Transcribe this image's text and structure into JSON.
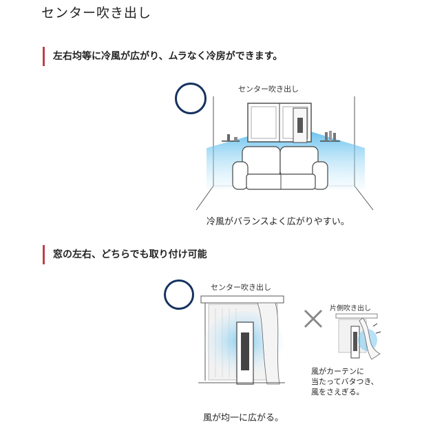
{
  "page_title": "センター吹き出し",
  "section1": {
    "heading": "左右均等に冷風が広がり、ムラなく冷房ができます。",
    "label": "センター吹き出し",
    "caption": "冷風がバランスよく広がりやすい。"
  },
  "section2": {
    "heading": "窓の左右、どちらでも取り付け可能",
    "label": "センター吹き出し",
    "caption": "風が均一に広がる。",
    "side_label": "片側吹き出し",
    "side_note": [
      "風がカーテンに",
      "当たってバタつき、",
      "風をさえぎる。"
    ]
  },
  "colors": {
    "accent": "#b8424a",
    "circle": "#16325f",
    "air": "#6fc4ef"
  }
}
